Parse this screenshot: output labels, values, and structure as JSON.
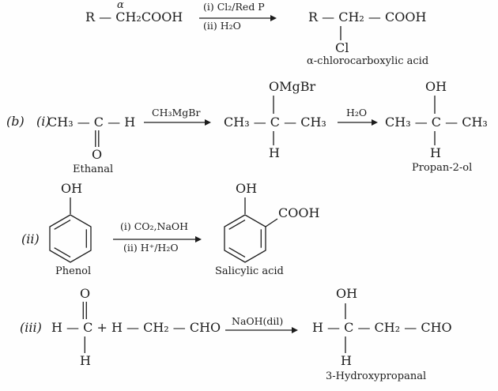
{
  "page": {
    "background": "#fefefe",
    "ink": "#1c1c1c"
  },
  "reactions": {
    "r1": {
      "alpha_mark": "α",
      "reactant": "R — CH₂COOH",
      "arrow_top": "(i) Cl₂/Red P",
      "arrow_bottom": "(ii) H₂O",
      "product": "R — CH₂ — COOH",
      "product_substituent": "Cl",
      "product_caption": "α-chlorocarboxylic acid"
    },
    "r2": {
      "label_part": "(b)",
      "label_item": "(i)",
      "reactant": "CH₃ — C — H",
      "reactant_below": "O",
      "reactant_caption": "Ethanal",
      "arrow1_label": "CH₃MgBr",
      "intermediate_top": "OMgBr",
      "intermediate": "CH₃ — C — CH₃",
      "intermediate_below": "H",
      "arrow2_label": "H₂O",
      "product_top": "OH",
      "product": "CH₃ — C — CH₃",
      "product_below": "H",
      "product_caption": "Propan-2-ol"
    },
    "r3": {
      "label_item": "(ii)",
      "reactant_top": "OH",
      "reactant_caption": "Phenol",
      "arrow_top": "(i) CO₂,NaOH",
      "arrow_bottom": "(ii) H⁺/H₂O",
      "product_top": "OH",
      "product_side": "COOH",
      "product_caption": "Salicylic acid"
    },
    "r4": {
      "label_item": "(iii)",
      "reactant_top": "O",
      "reactant": "H — C + H — CH₂ — CHO",
      "reactant_below": "H",
      "arrow_label": "NaOH(dil)",
      "product_top": "OH",
      "product": "H — C — CH₂ — CHO",
      "product_below": "H",
      "product_caption": "3-Hydroxypropanal"
    }
  }
}
